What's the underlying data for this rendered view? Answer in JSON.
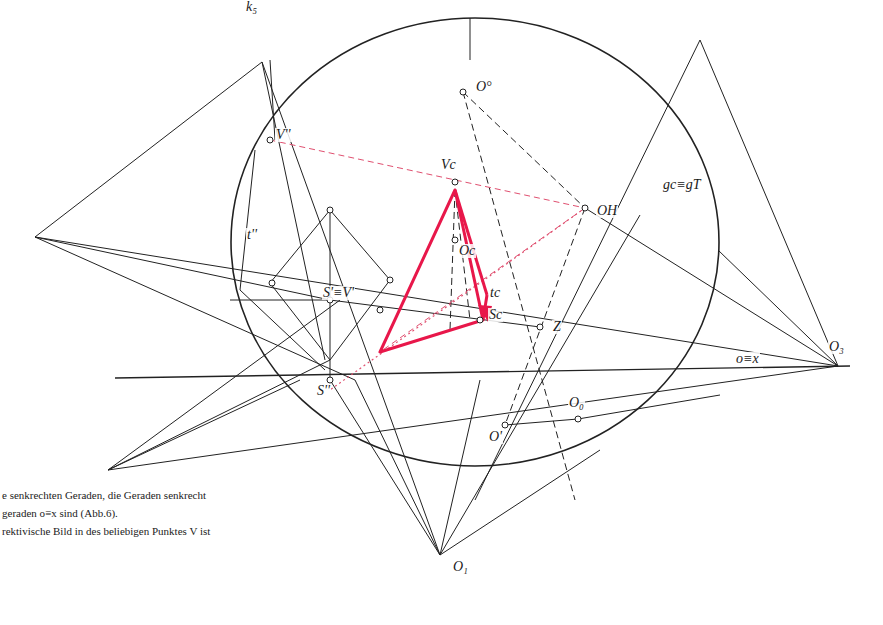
{
  "diagram": {
    "labels": [
      "k₅",
      "V''",
      "O°",
      "Vc",
      "gc≡gT",
      "OH",
      "t''",
      "Oc",
      "tc",
      "S'≡V'",
      "Sc",
      "Z",
      "o≡x",
      "O₃",
      "S''",
      "O₀",
      "O'",
      "O₁",
      "e senkrechten Geraden, die Geraden senkrecht",
      "geraden o≡x sind (Abb.6).",
      "rektivische Bild in des beliebigen Punktes V ist"
    ]
  }
}
